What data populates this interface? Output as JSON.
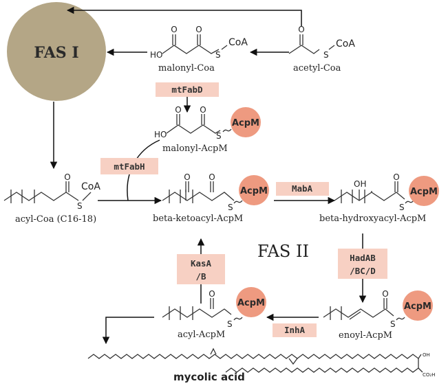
{
  "title": "",
  "colors": {
    "fas1_circle": "#b4a686",
    "enzyme_box": "#f7d0c3",
    "acpm_circle": "#ee9a80",
    "arrow": "#111111"
  },
  "fas_labels": {
    "fas1": "FAS I",
    "fas2": "FAS II"
  },
  "molecules": {
    "malonyl_coa": "malonyl-Coa",
    "acetyl_coa": "acetyl-Coa",
    "malonyl_acpm": "malonyl-AcpM",
    "acyl_coa": "acyl-Coa (C16-18)",
    "beta_ketoacyl": "beta-ketoacyl-AcpM",
    "beta_hydroxyacyl": "beta-hydroxyacyl-AcpM",
    "enoyl_acpm": "enoyl-AcpM",
    "acyl_acpm": "acyl-AcpM",
    "mycolic_acid": "mycolic acid"
  },
  "enzymes": {
    "mtfabd": "mtFabD",
    "mtfabh": "mtFabH",
    "maba": "MabA",
    "hadab_line1": "HadAB",
    "hadab_line2": "/BC/D",
    "inha": "InhA",
    "kasa_line1": "KasA",
    "kasa_line2": "/B"
  },
  "carrier": "AcpM",
  "atoms": {
    "oxygen": "O",
    "hydroxyl_left": "HO",
    "hydroxyl": "OH",
    "sulfur": "S",
    "coa": "CoA",
    "carboxyl": "CO₂H"
  }
}
